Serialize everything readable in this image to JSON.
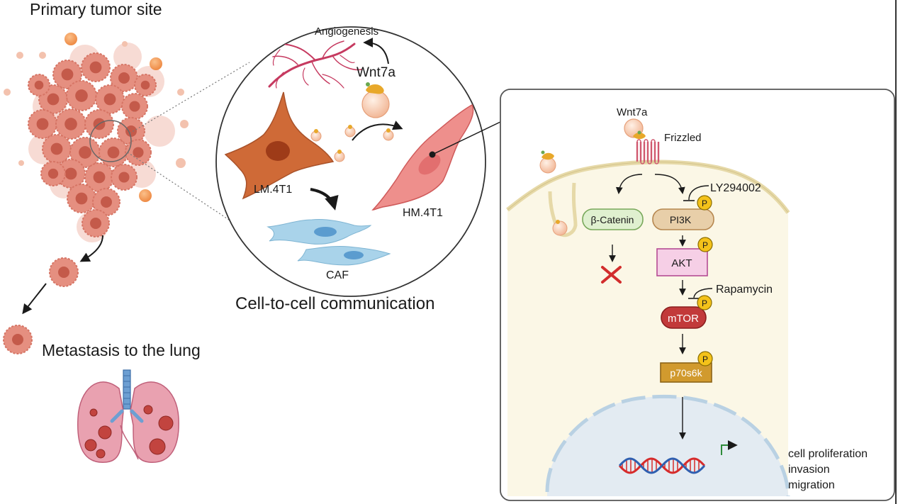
{
  "labels": {
    "primary_tumor": "Primary tumor site",
    "metastasis": "Metastasis to the lung",
    "communication": "Cell-to-cell communication",
    "angiogenesis": "Angiogenesis",
    "wnt7a_circle": "Wnt7a",
    "lm4t1": "LM.4T1",
    "hm4t1": "HM.4T1",
    "caf": "CAF",
    "wnt7a_panel": "Wnt7a",
    "frizzled": "Frizzled",
    "ly294002": "LY294002",
    "beta_catenin": "β-Catenin",
    "pi3k": "PI3K",
    "akt": "AKT",
    "rapamycin": "Rapamycin",
    "mtor": "mTOR",
    "p70s6k": "p70s6k",
    "phospho": "P",
    "outcome_1": "cell proliferation",
    "outcome_2": "invasion",
    "outcome_3": "migration"
  },
  "colors": {
    "tumor_cell": "#e58f80",
    "tumor_nucleus": "#c45a4a",
    "fibroblast": "#cf6a37",
    "hm_cell": "#ee8f8c",
    "caf": "#a9d3ea",
    "vessel": "#c63a60",
    "cytoplasm": "#fbf7e6",
    "membrane": "#e6d9a8",
    "nucleus": "#dfe7ef",
    "beta_catenin_box": "#dff0cf",
    "pi3k_box": "#e8cfa9",
    "akt_box": "#f6cfe6",
    "mtor_box": "#c23a3a",
    "p70s6k_box": "#d19a2e",
    "phospho_badge": "#f4c21a",
    "inhibition_x": "#d22d2d",
    "dna_red": "#d62b2b",
    "dna_blue": "#2f5fb0"
  }
}
